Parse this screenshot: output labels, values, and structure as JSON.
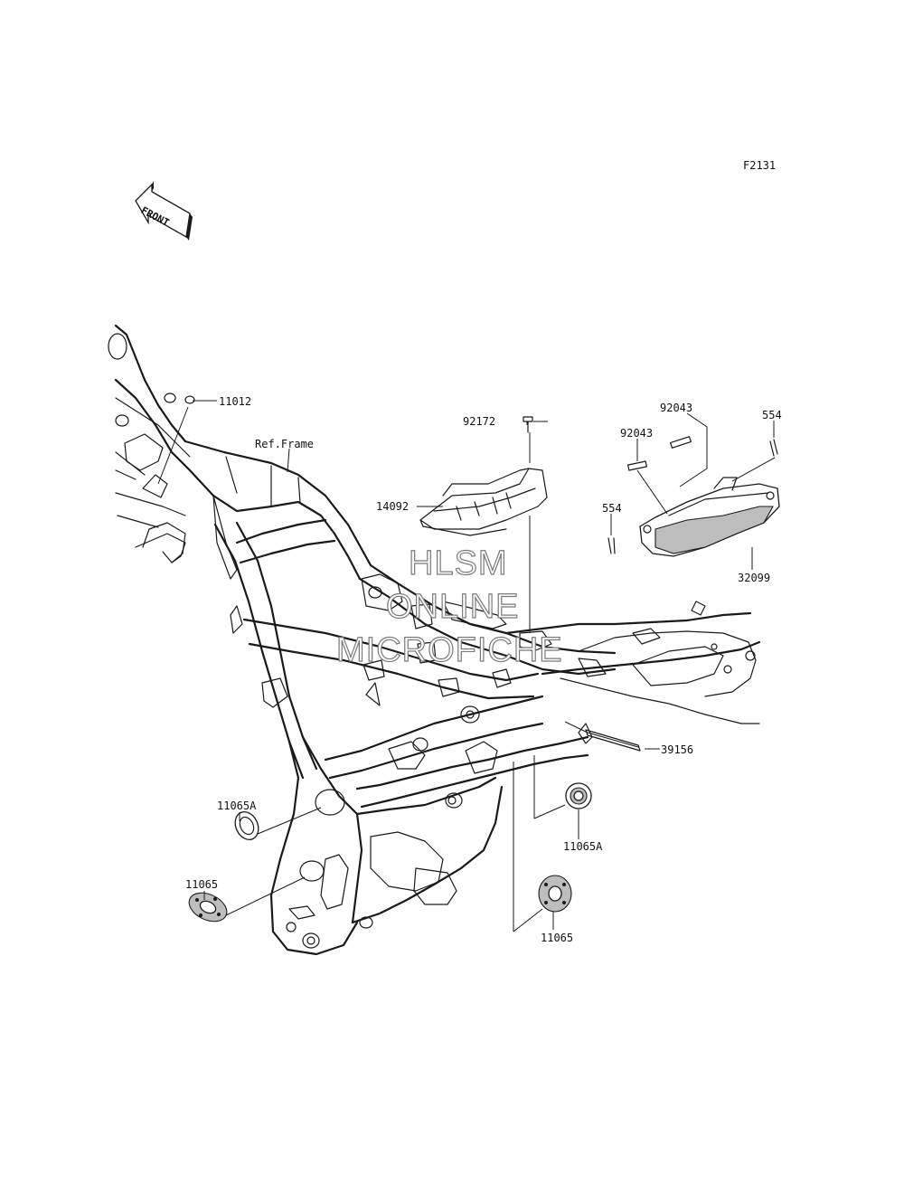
{
  "figure_code": "F2131",
  "front_badge": "FRONT",
  "ref_label": "Ref.Frame",
  "watermark": {
    "line1": "HLSM",
    "line2": "ONLINE",
    "line3": "MICROFICHE"
  },
  "parts": {
    "p11012": "11012",
    "p92172": "92172",
    "p14092": "14092",
    "p92043a": "92043",
    "p92043b": "92043",
    "p554a": "554",
    "p554b": "554",
    "p32099": "32099",
    "p39156": "39156",
    "p11065A_left": "11065A",
    "p11065_left": "11065",
    "p11065A_right": "11065A",
    "p11065_right": "11065"
  }
}
